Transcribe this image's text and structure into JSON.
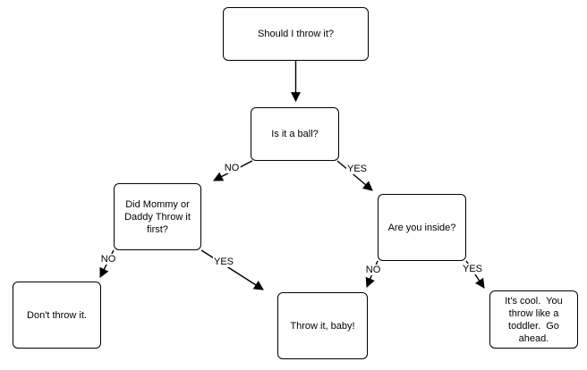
{
  "diagram": {
    "title": "Should I throw it decision flowchart",
    "colors": {
      "background": "#ffffff",
      "node_fill": "#ffffff",
      "stroke": "#000000",
      "text": "#000000"
    },
    "nodes": [
      {
        "id": "start",
        "label": "Should I throw it?"
      },
      {
        "id": "is-it-a-ball",
        "label": "Is it a ball?"
      },
      {
        "id": "mommy-daddy-first",
        "label": "Did Mommy or\nDaddy Throw it\nfirst?"
      },
      {
        "id": "are-you-inside",
        "label": "Are you inside?"
      },
      {
        "id": "dont-throw",
        "label": "Don't throw it."
      },
      {
        "id": "throw-it-baby",
        "label": "Throw it, baby!"
      },
      {
        "id": "its-cool",
        "label": "It's cool.  You\nthrow like a\ntoddler.  Go\nahead."
      }
    ],
    "edges": [
      {
        "from": "start",
        "to": "is-it-a-ball",
        "label": ""
      },
      {
        "from": "is-it-a-ball",
        "to": "mommy-daddy-first",
        "label": "NO"
      },
      {
        "from": "is-it-a-ball",
        "to": "are-you-inside",
        "label": "YES"
      },
      {
        "from": "mommy-daddy-first",
        "to": "dont-throw",
        "label": "NO"
      },
      {
        "from": "mommy-daddy-first",
        "to": "throw-it-baby",
        "label": "YES"
      },
      {
        "from": "are-you-inside",
        "to": "throw-it-baby",
        "label": "NO"
      },
      {
        "from": "are-you-inside",
        "to": "its-cool",
        "label": "YES"
      }
    ]
  }
}
